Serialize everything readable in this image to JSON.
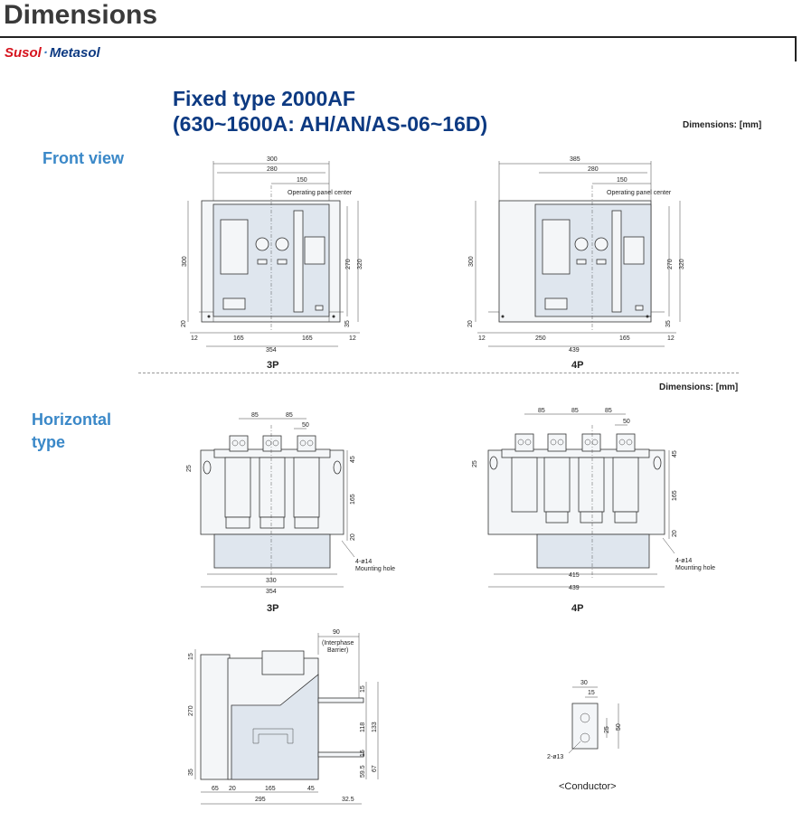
{
  "header": {
    "page_title": "Dimensions",
    "brand_primary": "Susol",
    "brand_separator": "·",
    "brand_secondary": "Metasol",
    "brand_color_primary": "#d6141e",
    "brand_color_secondary": "#0d3a82"
  },
  "main": {
    "title_line1": "Fixed type 2000AF",
    "title_line2": "(630~1600A: AH/AN/AS-06~16D)",
    "dimensions_note_1": "Dimensions: [mm]",
    "dimensions_note_2": "Dimensions: [mm]"
  },
  "sections": {
    "front_view": "Front view",
    "horizontal_line1": "Horizontal",
    "horizontal_line2": "type"
  },
  "captions": {
    "front_3p": "3P",
    "front_4p": "4P",
    "horiz_3p": "3P",
    "horiz_4p": "4P",
    "conductor": "<Conductor>"
  },
  "front_3p": {
    "d300": "300",
    "d280": "280",
    "d150": "150",
    "panel_center": "Operating panel center",
    "d300v": "300",
    "d270": "270",
    "d320": "320",
    "d20": "20",
    "d35": "35",
    "d12a": "12",
    "d165a": "165",
    "d165b": "165",
    "d12b": "12",
    "d354": "354"
  },
  "front_4p": {
    "d385": "385",
    "d280": "280",
    "d150": "150",
    "panel_center": "Operating panel center",
    "d300v": "300",
    "d270": "270",
    "d320": "320",
    "d20": "20",
    "d35": "35",
    "d12a": "12",
    "d250": "250",
    "d165": "165",
    "d12b": "12",
    "d439": "439"
  },
  "horiz_3p": {
    "d85a": "85",
    "d85b": "85",
    "d50": "50",
    "d25": "25",
    "d45": "45",
    "d165": "165",
    "d20": "20",
    "hole_1": "4-ø14",
    "hole_2": "Mounting hole",
    "d330": "330",
    "d354": "354"
  },
  "horiz_4p": {
    "d85a": "85",
    "d85b": "85",
    "d85c": "85",
    "d50": "50",
    "d25": "25",
    "d45": "45",
    "d165": "165",
    "d20": "20",
    "hole_1": "4-ø14",
    "hole_2": "Mounting hole",
    "d415": "415",
    "d439": "439"
  },
  "side": {
    "d90": "90",
    "barrier_1": "(Interphase",
    "barrier_2": "Barrier)",
    "d15a": "15",
    "d270": "270",
    "d35": "35",
    "d15b": "15",
    "d118": "118",
    "d133": "133",
    "d15c": "15",
    "d595": "59.5",
    "d67": "67",
    "d65": "65",
    "d20": "20",
    "d165": "165",
    "d45": "45",
    "d295": "295",
    "d325": "32.5"
  },
  "conductor": {
    "d30": "30",
    "d15": "15",
    "d25": "25",
    "d50": "50",
    "holes": "2-ø13"
  }
}
